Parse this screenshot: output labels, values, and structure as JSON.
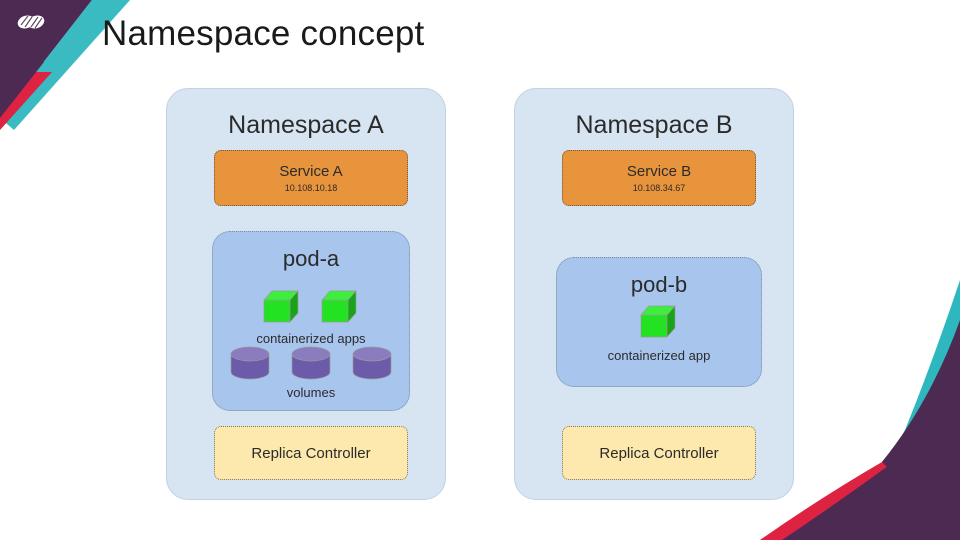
{
  "slide": {
    "title": "Namespace concept",
    "background": "#ffffff"
  },
  "brand": {
    "logo_name": "infinity-loop-logo",
    "colors": {
      "purple": "#4d2a52",
      "teal": "#2fb7bf",
      "crimson": "#dd2242",
      "white": "#ffffff"
    }
  },
  "palette": {
    "namespace_fill": "#d7e5f3",
    "pod_fill": "#a8c5ee",
    "service_fill": "#e8943c",
    "replica_fill": "#fde9ad",
    "cube_green": "#22e222",
    "cube_green_dark": "#17a417",
    "cube_green_top": "#3bef3b",
    "cylinder_purple": "#6b5ba8",
    "cylinder_purple_top": "#8b7cc0",
    "text_dark": "#2b2b2b"
  },
  "namespaces": [
    {
      "id": "namespace-a",
      "title": "Namespace A",
      "service": {
        "name": "Service A",
        "ip": "10.108.10.18"
      },
      "pod": {
        "title": "pod-a",
        "apps_caption": "containerized apps",
        "app_count": 2,
        "volumes_caption": "volumes",
        "volume_count": 3
      },
      "replica_controller": {
        "label": "Replica Controller"
      }
    },
    {
      "id": "namespace-b",
      "title": "Namespace B",
      "service": {
        "name": "Service B",
        "ip": "10.108.34.67"
      },
      "pod": {
        "title": "pod-b",
        "apps_caption": "containerized app",
        "app_count": 1,
        "volumes_caption": "",
        "volume_count": 0
      },
      "replica_controller": {
        "label": "Replica Controller"
      }
    }
  ]
}
